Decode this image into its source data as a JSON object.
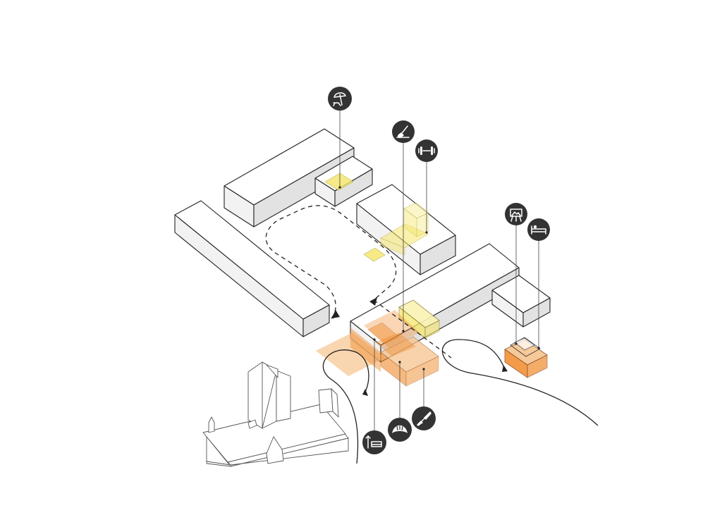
{
  "diagram": {
    "colors": {
      "yellow": "#f5e66a",
      "yellow_light": "#faf3b4",
      "orange": "#f08a2a",
      "orange_light": "#f6c48e",
      "badge": "#333333",
      "line": "#222222"
    },
    "icons": [
      {
        "id": "beach-umbrella",
        "name": "beach-umbrella-icon"
      },
      {
        "id": "paint-brush",
        "name": "paint-brush-icon"
      },
      {
        "id": "dumbbell",
        "name": "dumbbell-icon"
      },
      {
        "id": "easel-painting",
        "name": "easel-painting-icon"
      },
      {
        "id": "bed",
        "name": "bed-icon"
      },
      {
        "id": "sofa-lamp",
        "name": "sofa-lamp-icon"
      },
      {
        "id": "croissant",
        "name": "croissant-icon"
      },
      {
        "id": "trowel",
        "name": "trowel-icon"
      }
    ]
  }
}
